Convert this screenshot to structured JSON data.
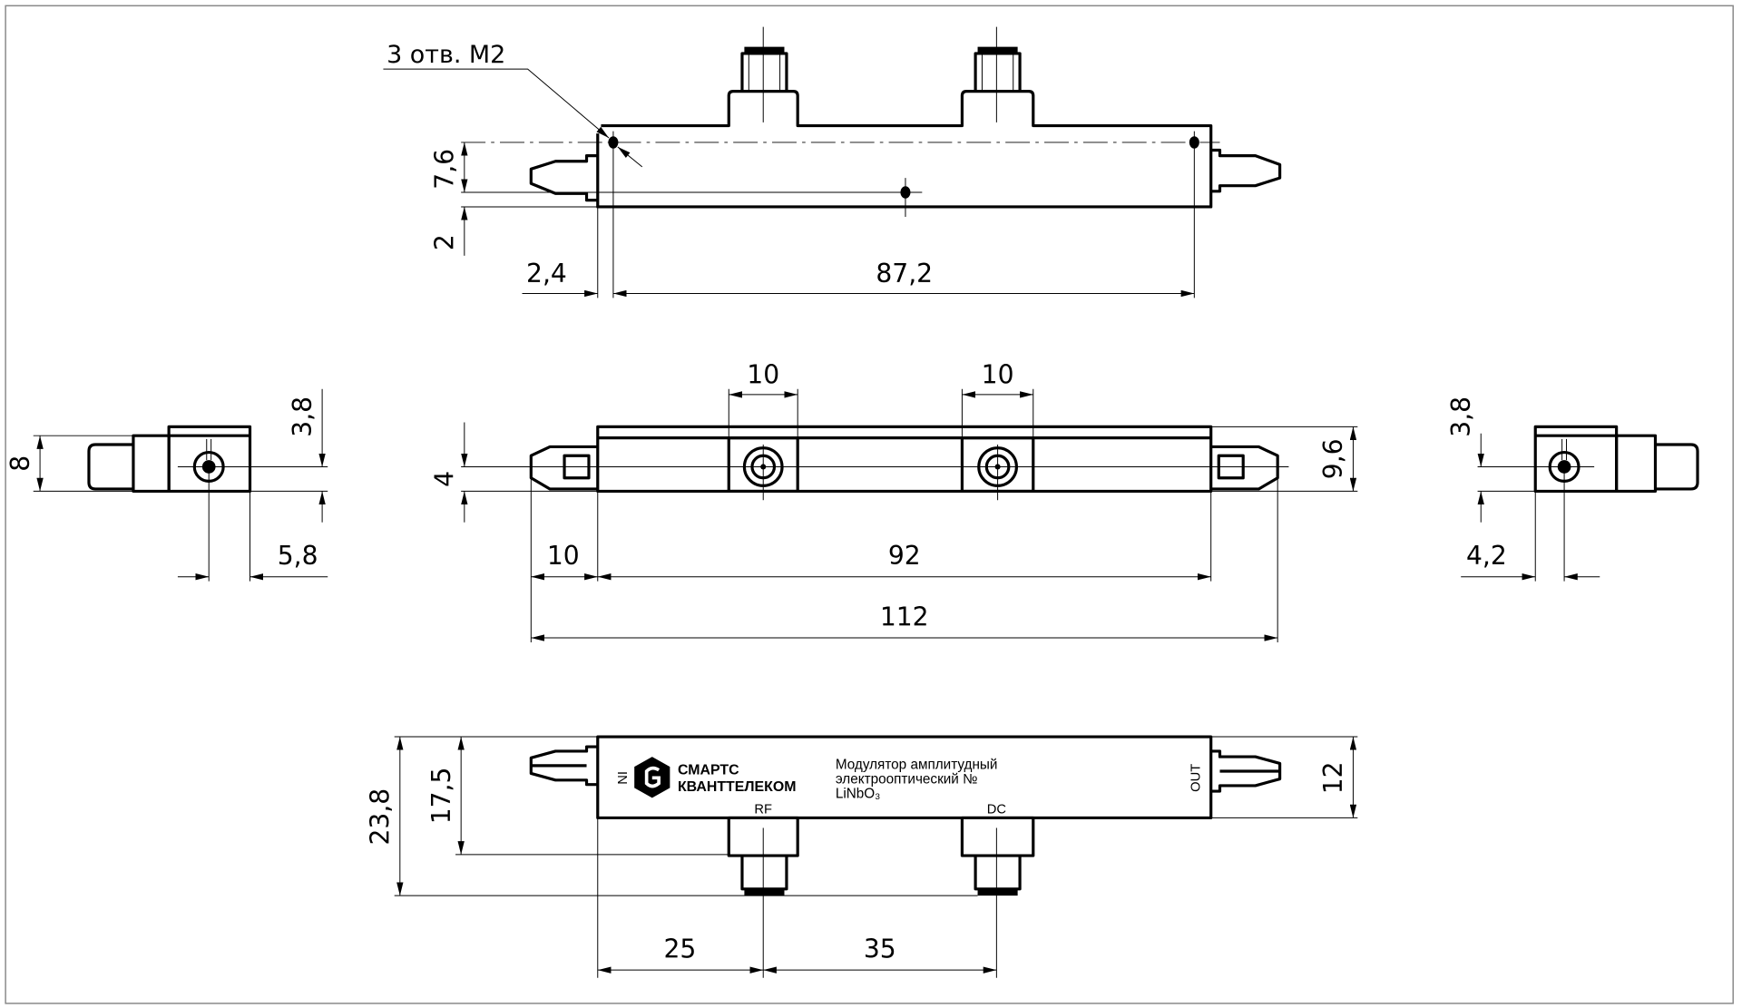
{
  "title": "Модулятор амплитудный электрооптический LiNbO3 — габаритный чертёж",
  "callout": {
    "holes": "3 отв. M2"
  },
  "top_view": {
    "dims": {
      "d7_6": "7,6",
      "d2": "2",
      "d2_4": "2,4",
      "d87_2": "87,2"
    }
  },
  "front_view": {
    "dims": {
      "port1_width": "10",
      "port2_width": "10",
      "d4": "4",
      "d9_6": "9,6",
      "d10": "10",
      "d92": "92",
      "d112": "112"
    }
  },
  "left_view": {
    "dims": {
      "d8": "8",
      "d3_8": "3,8",
      "d5_8": "5,8"
    }
  },
  "right_view": {
    "dims": {
      "d3_8": "3,8",
      "d4_2": "4,2"
    }
  },
  "bottom_view": {
    "brand_line1": "СМАРТС",
    "brand_line2": "КВАНТТЕЛЕКОМ",
    "label_line1": "Модулятор амплитудный",
    "label_line2": "электрооптический  №",
    "label_line3": "LiNbO₃",
    "port_rf": "RF",
    "port_dc": "DC",
    "port_in": "IN",
    "port_out": "OUT",
    "dims": {
      "d23_8": "23,8",
      "d17_5": "17,5",
      "d12": "12",
      "d25": "25",
      "d35": "35"
    }
  }
}
